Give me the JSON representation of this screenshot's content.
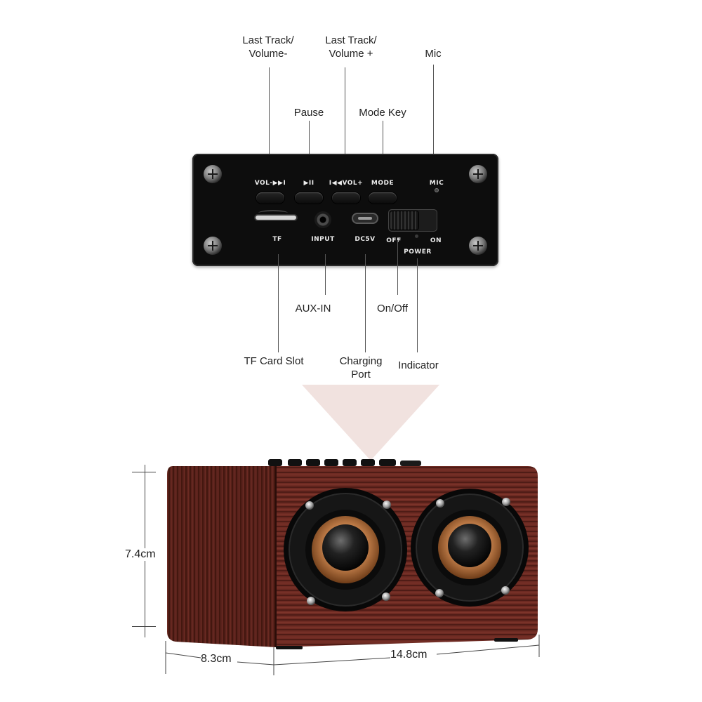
{
  "callouts": {
    "last_track_volume_minus": "Last Track/\nVolume-",
    "last_track_volume_plus": "Last Track/\nVolume +",
    "mic": "Mic",
    "pause": "Pause",
    "mode_key": "Mode Key",
    "aux_in": "AUX-IN",
    "on_off": "On/Off",
    "tf_card_slot": "TF Card Slot",
    "charging_port": "Charging\nPort",
    "indicator": "Indicator"
  },
  "panel": {
    "vol_minus_label": "VOL-▶▶I",
    "play_pause_label": "▶II",
    "vol_plus_label": "I◀◀VOL+",
    "mode_label": "MODE",
    "mic_label": "MIC",
    "tf_label": "TF",
    "input_label": "INPUT",
    "dc5v_label": "DC5V",
    "off_label": "OFF",
    "on_label": "ON",
    "power_label": "POWER"
  },
  "dimensions": {
    "height": "7.4cm",
    "depth": "8.3cm",
    "width": "14.8cm"
  },
  "colors": {
    "panel": "#0d0d0d",
    "wood": "#6b2a22",
    "cone": "#c9844e"
  }
}
